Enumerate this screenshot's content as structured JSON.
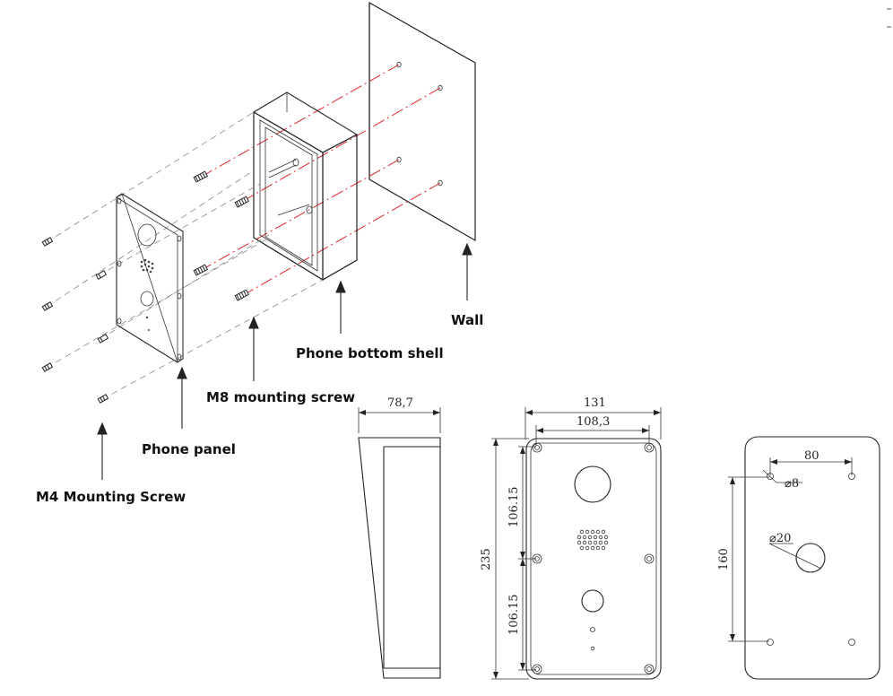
{
  "labels": {
    "wall": "Wall",
    "phone_bottom_shell": "Phone bottom shell",
    "m8_mounting_screw": "M8 mounting screw",
    "phone_panel": "Phone panel",
    "m4_mounting_screw": "M4 Mounting Screw"
  },
  "dimensions": {
    "side_depth": "78,7",
    "front_width": "131",
    "front_hole_spacing": "108,3",
    "front_height": "235",
    "front_upper_half": "106.15",
    "front_lower_half": "106.15",
    "back_hole_spacing_x": "80",
    "back_hole_spacing_y": "160",
    "back_small_hole": "⌀8",
    "back_cable_hole": "⌀20"
  },
  "colors": {
    "line": "#222222",
    "centerline": "#e2232a",
    "hidden_line": "#888888"
  }
}
